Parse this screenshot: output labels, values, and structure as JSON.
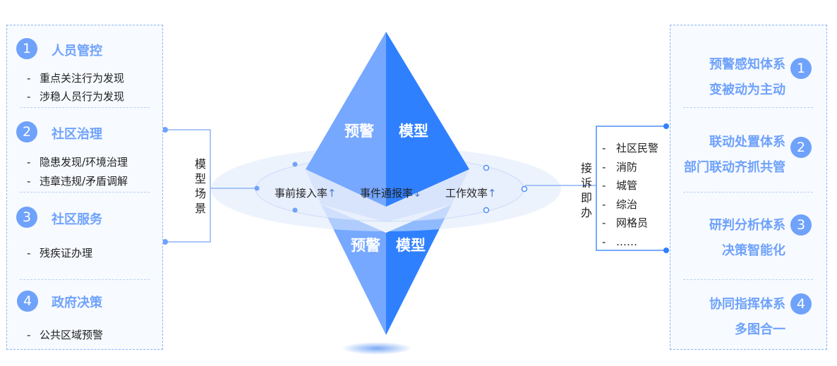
{
  "left_panel": {
    "sections": [
      {
        "num": "1",
        "title": "人员管控",
        "items": [
          "重点关注行为发现",
          "涉稳人员行为发现"
        ]
      },
      {
        "num": "2",
        "title": "社区治理",
        "items": [
          "隐患发现/环境治理",
          "违章违规/矛盾调解"
        ]
      },
      {
        "num": "3",
        "title": "社区服务",
        "items": [
          "残疾证办理"
        ]
      },
      {
        "num": "4",
        "title": "政府决策",
        "items": [
          "公共区域预警"
        ]
      }
    ]
  },
  "dash": "-",
  "left_connector_label": "模型场景",
  "left_connector_chars": [
    "模",
    "型",
    "场",
    "景"
  ],
  "center": {
    "top_left": "预警",
    "top_right": "模型",
    "bottom_left": "预警",
    "bottom_right": "模型",
    "metrics": [
      {
        "label": "事前接入率",
        "trend": "↑"
      },
      {
        "label": "事件通报率",
        "trend": "↓"
      },
      {
        "label": "工作效率",
        "trend": "↑"
      }
    ]
  },
  "right_connector_chars": [
    "接",
    "诉",
    "即",
    "办"
  ],
  "right_list": [
    "社区民警",
    "消防",
    "城管",
    "综治",
    "网格员",
    "……"
  ],
  "right_panel": {
    "sections": [
      {
        "num": "1",
        "lines": [
          "预警感知体系",
          "变被动为主动"
        ]
      },
      {
        "num": "2",
        "lines": [
          "联动处置体系",
          "部门联动齐抓共管"
        ]
      },
      {
        "num": "3",
        "lines": [
          "研判分析体系",
          "决策智能化"
        ]
      },
      {
        "num": "4",
        "lines": [
          "协同指挥体系",
          "多图合一"
        ]
      }
    ]
  },
  "colors": {
    "accent": "#6fa2fb",
    "dark_blue": "#2f80ff",
    "light_blue": "#76a8ff"
  }
}
